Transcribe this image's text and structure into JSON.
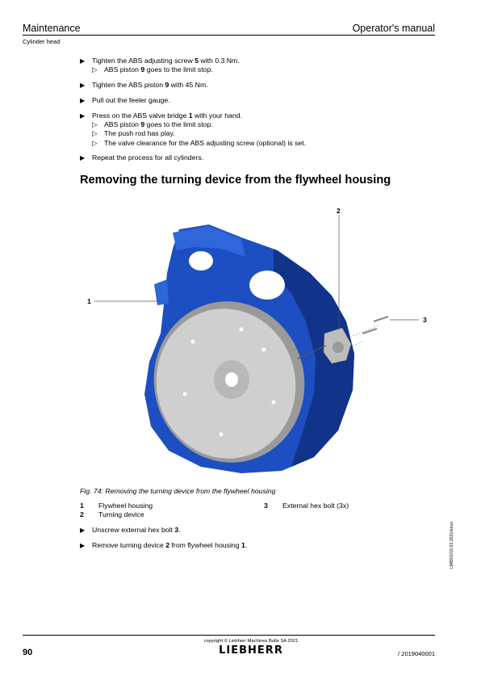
{
  "header": {
    "section": "Maintenance",
    "manual": "Operator's manual",
    "subsection": "Cylinder head"
  },
  "steps_top": [
    {
      "parts": [
        "Tighten the ABS adjusting screw ",
        "5",
        " with 0.3 Nm."
      ],
      "subs": [
        [
          "ABS piston ",
          "9",
          " goes to the limit stop."
        ]
      ]
    },
    {
      "parts": [
        "Tighten the ABS piston ",
        "9",
        " with 45 Nm."
      ],
      "subs": []
    },
    {
      "parts": [
        "Pull out the feeler gauge.",
        "",
        ""
      ],
      "subs": []
    },
    {
      "parts": [
        "Press on the ABS valve bridge ",
        "1",
        " with your hand."
      ],
      "subs": [
        [
          "ABS piston ",
          "9",
          " goes to the limit stop."
        ],
        [
          "The push rod has play.",
          "",
          ""
        ],
        [
          "The valve clearance for the ABS adjusting screw (optional) is set.",
          "",
          ""
        ]
      ]
    },
    {
      "parts": [
        "Repeat the process for all cylinders.",
        "",
        ""
      ],
      "subs": []
    }
  ],
  "section_title": "Removing the turning device from the flywheel housing",
  "figure": {
    "callouts": [
      "1",
      "2",
      "3"
    ],
    "colors": {
      "housing": "#1d4fc2",
      "housing_dark": "#12338a",
      "flywheel": "#cfcfcf",
      "device": "#bdbdbd"
    }
  },
  "caption": "Fig. 74: Removing the turning device from the flywheel housing",
  "legend": [
    {
      "num": "1",
      "text": "Flywheel housing"
    },
    {
      "num": "2",
      "text": "Turning device"
    },
    {
      "num": "3",
      "text": "External hex bolt (3x)"
    }
  ],
  "steps_bottom": [
    {
      "parts": [
        "Unscrew external hex bolt ",
        "3",
        "."
      ]
    },
    {
      "parts": [
        "Remove turning device ",
        "2",
        " from flywheel housing ",
        "1",
        "."
      ]
    }
  ],
  "side_code": "LMB/01/15.03.2021/enus",
  "footer": {
    "copyright": "copyright © Liebherr Machines Bulle SA 2021",
    "page": "90",
    "logo": "LIEBHERR",
    "doc_number": "/ 2019040001"
  },
  "icons": {
    "bullet": "triangle-right-filled-icon",
    "sub_bullet": "triangle-right-outline-icon"
  }
}
